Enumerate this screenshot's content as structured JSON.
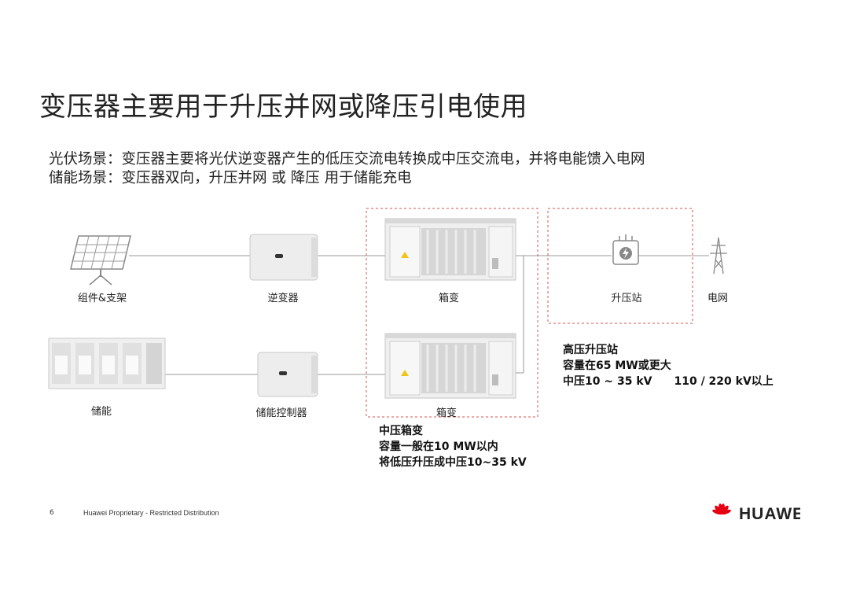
{
  "slide": {
    "title": "变压器主要用于升压并网或降压引电使用",
    "subtitle_1": "光伏场景：变压器主要将光伏逆变器产生的低压交流电转换成中压交流电，并将电能馈入电网",
    "subtitle_2": "储能场景：变压器双向，升压并网 或 降压 用于储能充电"
  },
  "diagram": {
    "labels": {
      "pv_module": "组件&支架",
      "inverter": "逆变器",
      "box_transformer_1": "箱变",
      "step_up_station": "升压站",
      "grid": "电网",
      "storage": "储能",
      "storage_controller": "储能控制器",
      "box_transformer_2": "箱变"
    },
    "notes": {
      "mv_box": {
        "line_1": "中压箱变",
        "line_2": "容量一般在10 MW以内",
        "line_3": "将低压升压成中压10~35 kV"
      },
      "hv_station": {
        "line_1": "高压升压站",
        "line_2": "容量在65 MW或更大",
        "line_3a": "中压10 ~ 35 kV",
        "line_3b": "110 / 220 kV以上"
      }
    },
    "colors": {
      "dashed_box": "#d9534f",
      "connector": "#9a9a9a",
      "equipment": "#e8e8e8",
      "warning": "#f0c419"
    }
  },
  "footer": {
    "page_number": "6",
    "text": "Huawei Proprietary - Restricted Distribution",
    "brand": "HUAWEI"
  },
  "icons": [
    "solar-panel-icon",
    "inverter-icon",
    "box-transformer-icon",
    "substation-icon",
    "transmission-tower-icon",
    "battery-cabinet-icon",
    "huawei-logo-icon"
  ]
}
